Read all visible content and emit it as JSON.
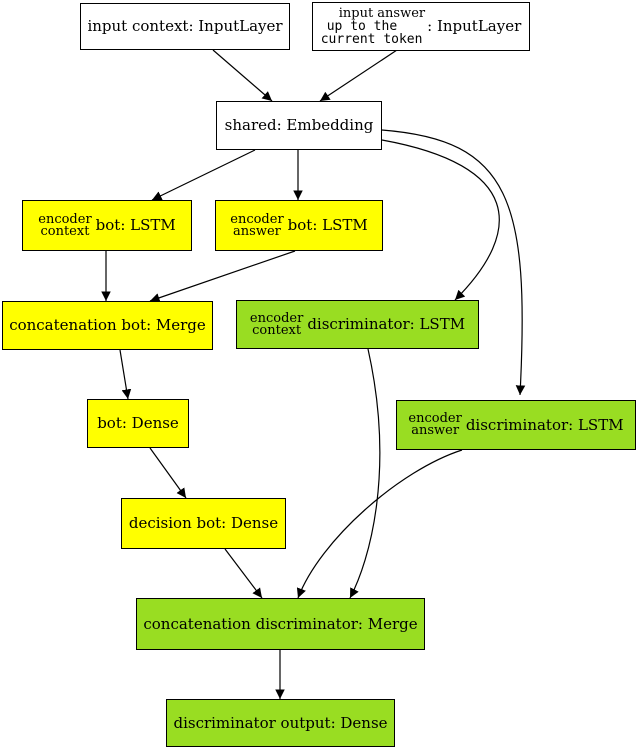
{
  "nodes": {
    "input_context": {
      "label": "input context: InputLayer"
    },
    "input_answer": {
      "line1": "input answer",
      "line2": "up to the",
      "line3": "current token",
      "suffix": ": InputLayer"
    },
    "shared": {
      "label": "shared: Embedding"
    },
    "encoder_context_bot": {
      "top": "encoder",
      "bottom": "context",
      "suffix": "bot: LSTM"
    },
    "encoder_answer_bot": {
      "top": "encoder",
      "bottom": "answer",
      "suffix": "bot: LSTM"
    },
    "concatenation_bot": {
      "label": "concatenation bot: Merge"
    },
    "encoder_context_discriminator": {
      "top": "encoder",
      "bottom": "context",
      "suffix": "discriminator: LSTM"
    },
    "bot_dense": {
      "label": "bot: Dense"
    },
    "encoder_answer_discriminator": {
      "top": "encoder",
      "bottom": "answer",
      "suffix": "discriminator: LSTM"
    },
    "decision_bot": {
      "label": "decision bot: Dense"
    },
    "concatenation_discriminator": {
      "label": "concatenation discriminator: Merge"
    },
    "discriminator_output": {
      "label": "discriminator output: Dense"
    }
  },
  "colors": {
    "input": "#ffffff",
    "bot": "#ffff00",
    "discriminator": "#99dd22",
    "edge": "#000000"
  }
}
